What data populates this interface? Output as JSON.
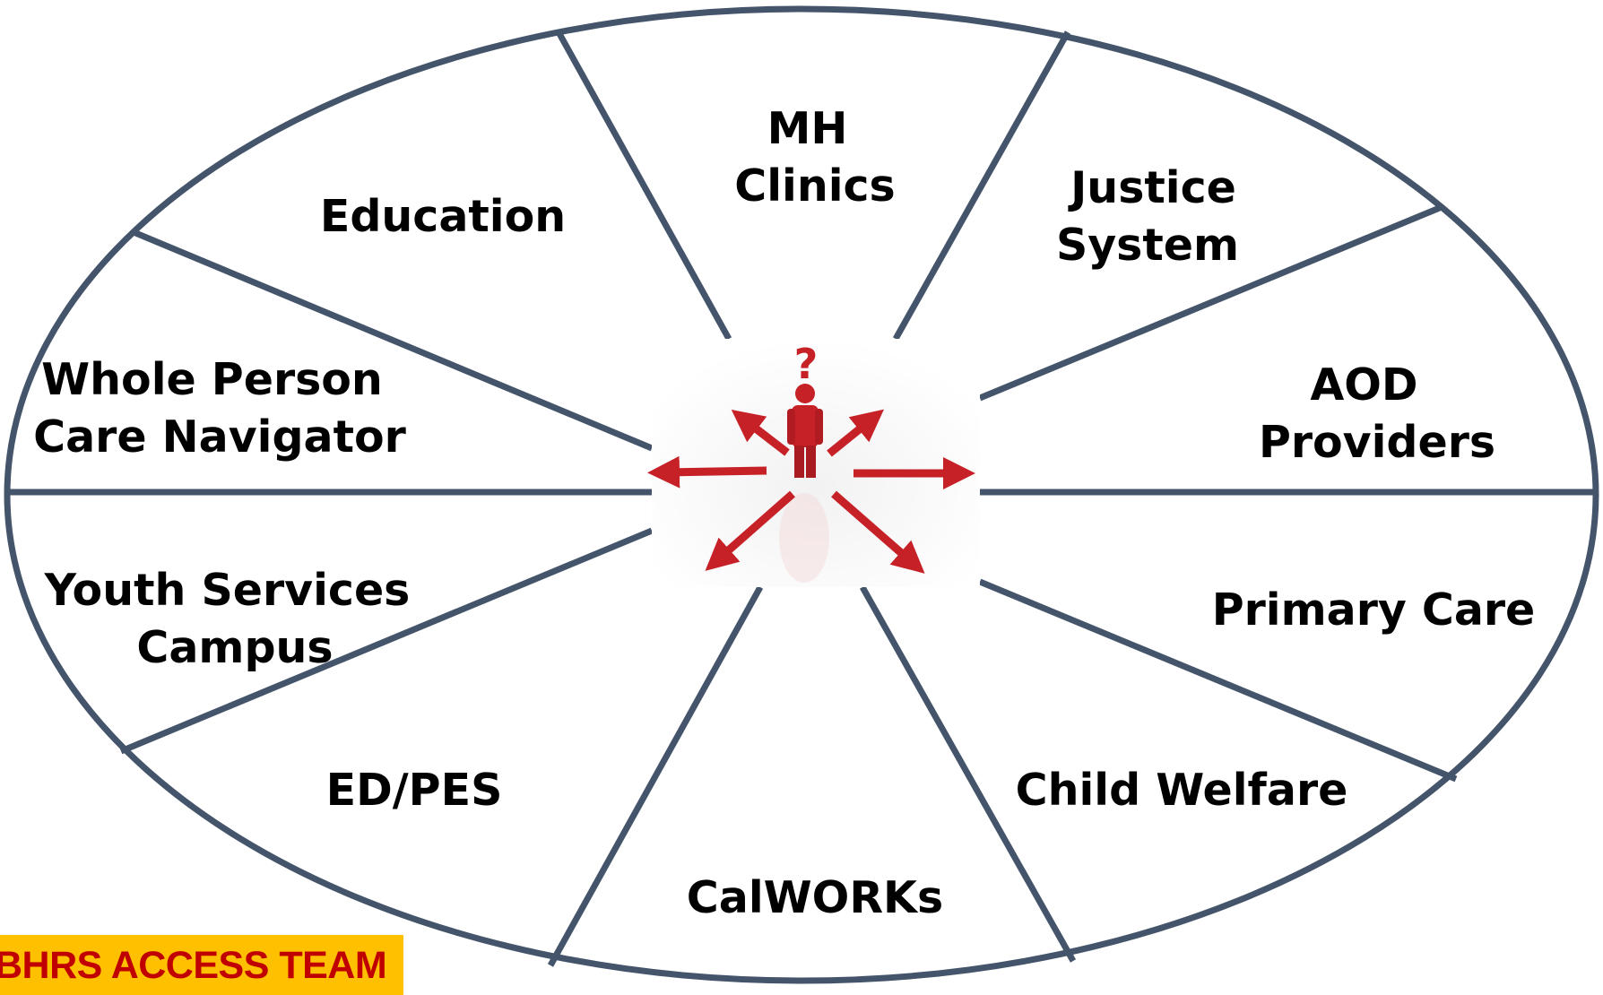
{
  "colors": {
    "ring_stroke": "#44546a",
    "label_text": "#000000",
    "figure_red": "#c62127",
    "badge_bg": "#ffc000",
    "badge_text": "#c00000"
  },
  "center_icon": {
    "name": "person-question-arrows-icon",
    "glyph": "?"
  },
  "segments": {
    "mh_clinics": [
      "MH",
      "Clinics"
    ],
    "justice_system": [
      "Justice",
      "System"
    ],
    "aod_providers": [
      "AOD",
      "Providers"
    ],
    "primary_care": [
      "Primary Care"
    ],
    "child_welfare": [
      "Child Welfare"
    ],
    "calworks": [
      "CalWORKs"
    ],
    "ed_pes": [
      "ED/PES"
    ],
    "youth_services_campus": [
      "Youth Services",
      "Campus"
    ],
    "whole_person_care_navigator": [
      "Whole Person",
      "Care Navigator"
    ],
    "education": [
      "Education"
    ]
  },
  "badge": {
    "text": "BHRS ACCESS TEAM"
  }
}
